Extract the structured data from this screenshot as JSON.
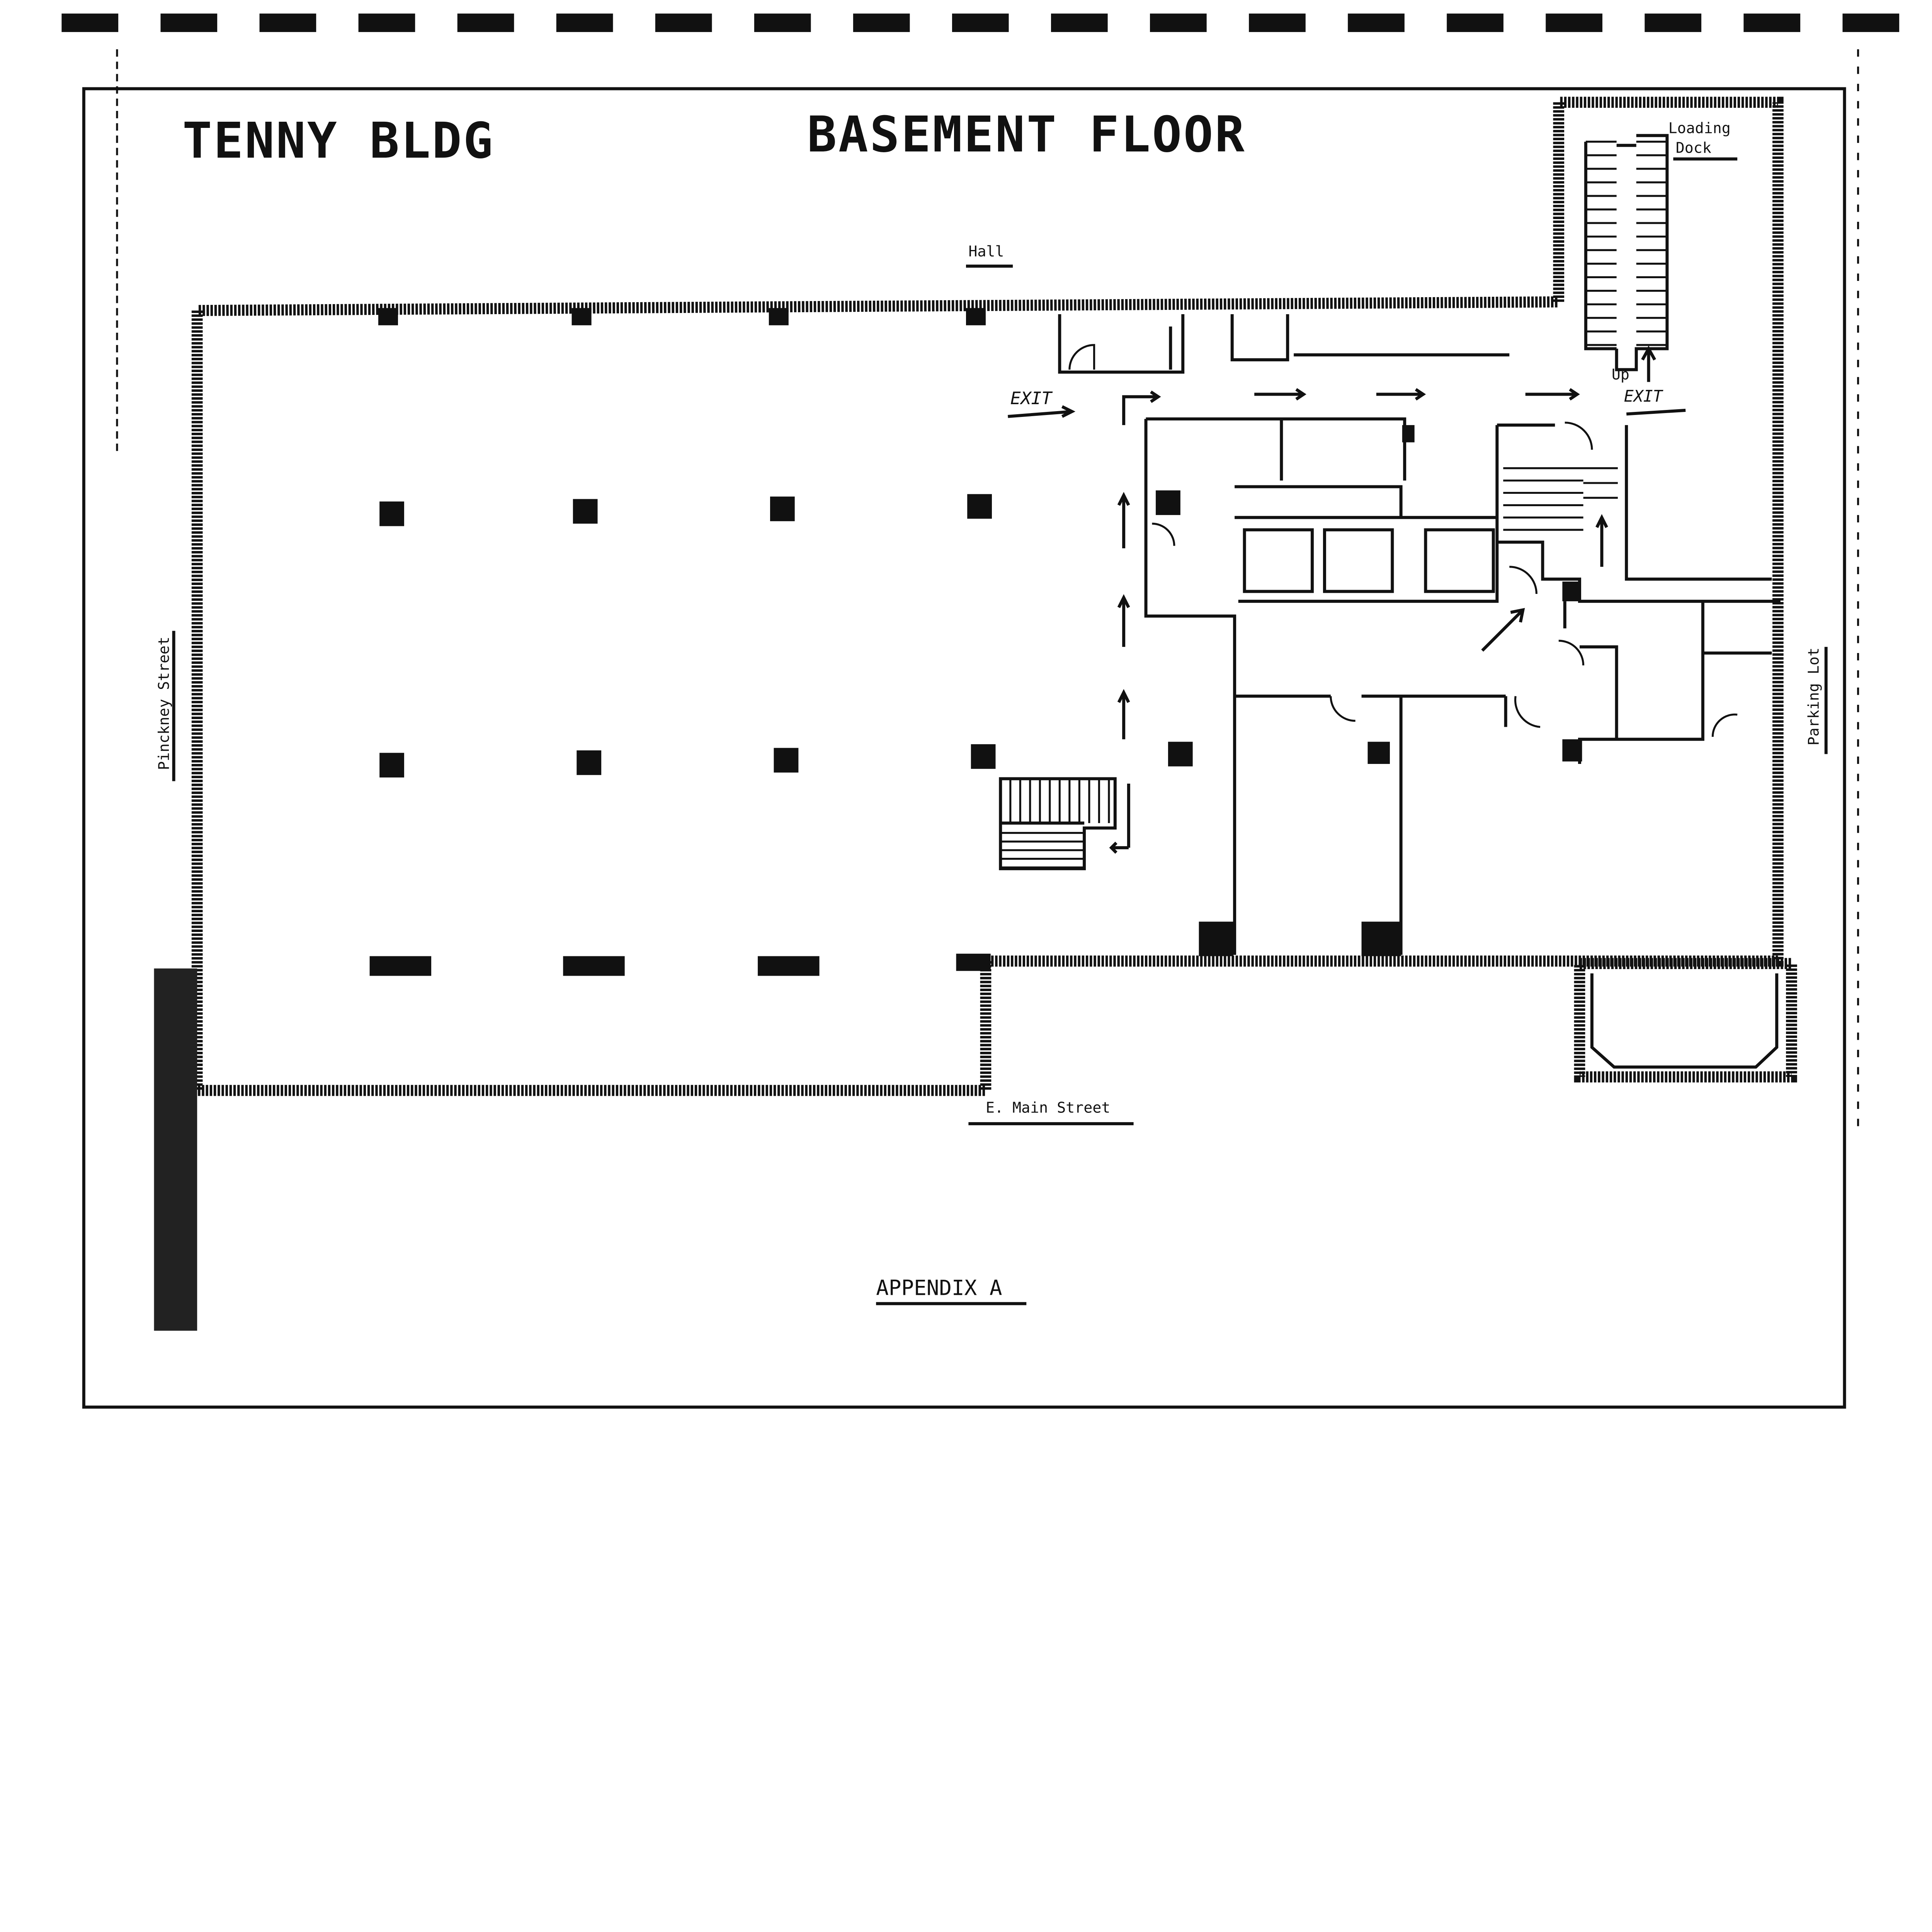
{
  "header": {
    "building": "TENNY BLDG",
    "floor": "BASEMENT FLOOR"
  },
  "labels": {
    "hall": "Hall",
    "loading_dock_1": "Loading",
    "loading_dock_2": "Dock",
    "up": "Up",
    "exit_left": "EXIT",
    "exit_right": "EXIT",
    "pinckney": "Pinckney Street",
    "parking": "Parking Lot",
    "main_street": "E. Main Street"
  },
  "footer": {
    "appendix": "APPENDIX A"
  },
  "colors": {
    "ink": "#111111",
    "paper": "#ffffff"
  }
}
